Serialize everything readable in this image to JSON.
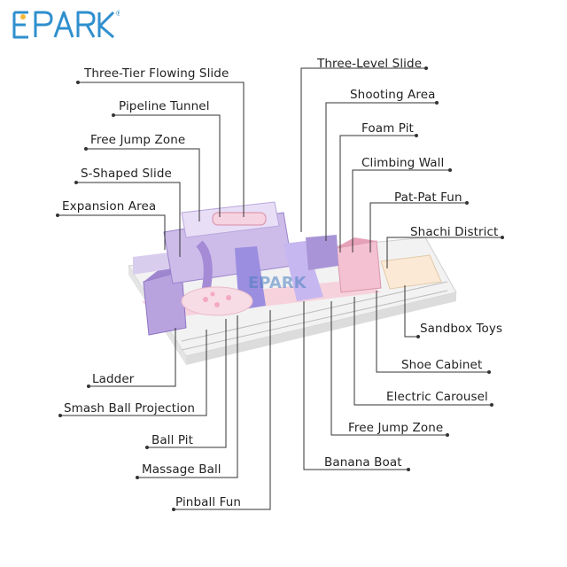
{
  "brand": {
    "logo_text": "EPARK",
    "reg_mark": "®",
    "color": "#2f8fce"
  },
  "watermark": "EPARK",
  "colors": {
    "lavender": "#c9b6e6",
    "purple": "#9f86cf",
    "pink": "#f3b8cc",
    "leader": "#333333",
    "base": "#ececec"
  },
  "labels": {
    "three_tier_flowing_slide": "Three-Tier Flowing Slide",
    "pipeline_tunnel": "Pipeline Tunnel",
    "free_jump_zone_left": "Free Jump Zone",
    "s_shaped_slide": "S-Shaped Slide",
    "expansion_area": "Expansion Area",
    "three_level_slide": "Three-Level Slide",
    "shooting_area": "Shooting Area",
    "foam_pit": "Foam Pit",
    "climbing_wall": "Climbing Wall",
    "pat_pat_fun": "Pat-Pat Fun",
    "shachi_district": "Shachi District",
    "sandbox_toys": "Sandbox Toys",
    "shoe_cabinet": "Shoe Cabinet",
    "electric_carousel": "Electric Carousel",
    "free_jump_zone_right": "Free Jump Zone",
    "banana_boat": "Banana Boat",
    "ladder": "Ladder",
    "smash_ball_projection": "Smash Ball Projection",
    "ball_pit": "Ball Pit",
    "massage_ball": "Massage Ball",
    "pinball_fun": "Pinball Fun"
  }
}
